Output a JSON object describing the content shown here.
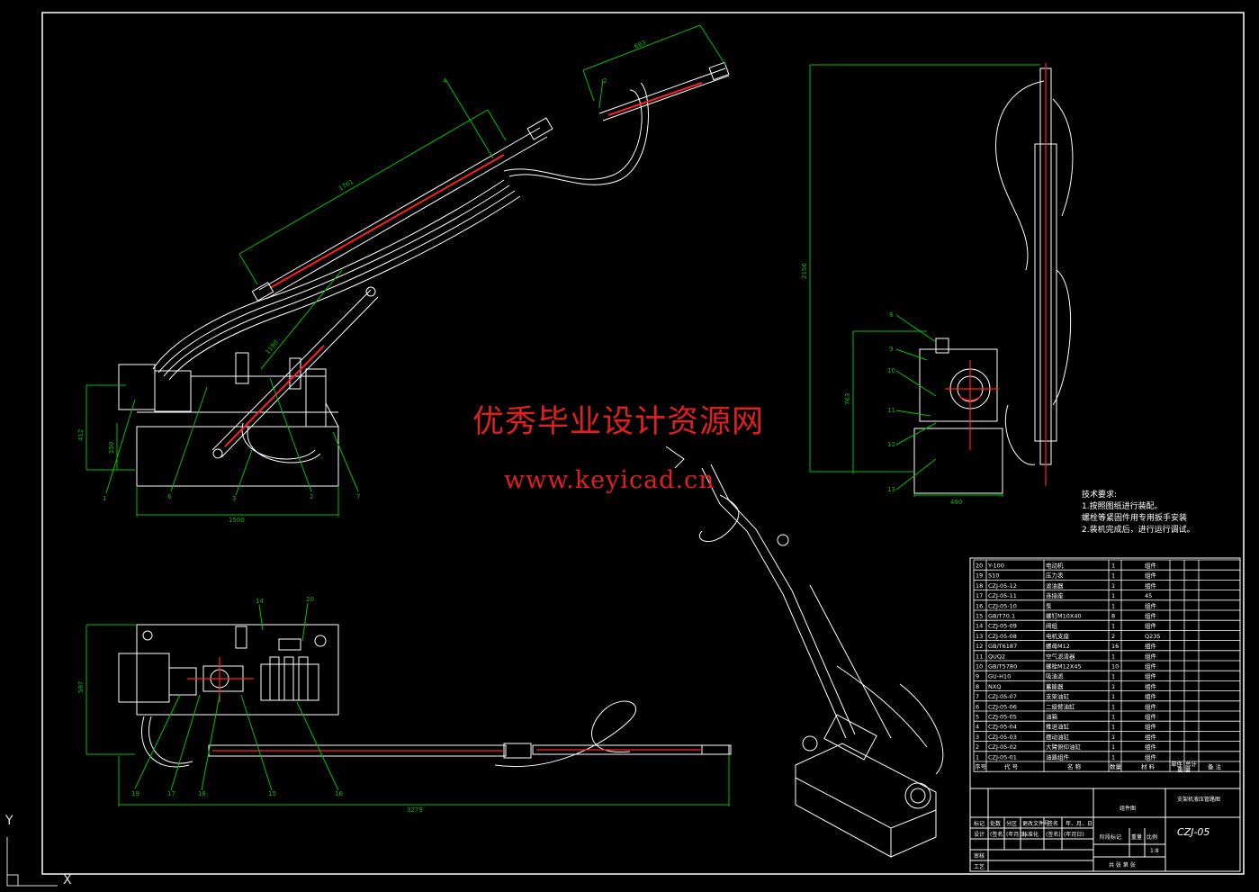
{
  "watermark": {
    "site_name": "优秀毕业设计资源网",
    "url": "www.keyicad.cn"
  },
  "technical_requirements": {
    "heading": "技术要求:",
    "lines": [
      "1.按照图纸进行装配。",
      "螺栓等紧固件用专用扳手安装",
      "2.装机完成后，进行运行调试。"
    ]
  },
  "dimensions": {
    "front_view": [
      "1761",
      "1190",
      "683",
      "412",
      "250",
      "1500"
    ],
    "side_view": [
      "2156",
      "763",
      "490"
    ],
    "top_view": [
      "597",
      "3279"
    ]
  },
  "balloons": {
    "front_view": [
      "4",
      "2",
      "1",
      "6",
      "3",
      "2",
      "7"
    ],
    "side_view": [
      "8",
      "9",
      "10",
      "11",
      "12",
      "13"
    ],
    "top_view": [
      "14",
      "20",
      "19",
      "17",
      "18",
      "15",
      "16"
    ]
  },
  "parts_list": {
    "rows": [
      {
        "no": "20",
        "code": "Y-100",
        "name": "电动机",
        "qty": "1",
        "material": "组件"
      },
      {
        "no": "19",
        "code": "S10",
        "name": "压力表",
        "qty": "1",
        "material": "组件"
      },
      {
        "no": "18",
        "code": "CZJ-05-12",
        "name": "滤油器",
        "qty": "1",
        "material": "组件"
      },
      {
        "no": "17",
        "code": "CZJ-05-11",
        "name": "连接座",
        "qty": "1",
        "material": "45"
      },
      {
        "no": "16",
        "code": "CZJ-05-10",
        "name": "泵",
        "qty": "1",
        "material": "组件"
      },
      {
        "no": "15",
        "code": "GB/T70.1",
        "name": "螺钉M10X40",
        "qty": "8",
        "material": "组件"
      },
      {
        "no": "14",
        "code": "CZJ-05-09",
        "name": "阀组",
        "qty": "1",
        "material": "组件"
      },
      {
        "no": "13",
        "code": "CZJ-05-08",
        "name": "电机支座",
        "qty": "2",
        "material": "Q235"
      },
      {
        "no": "12",
        "code": "GB/T6187",
        "name": "螺母M12",
        "qty": "16",
        "material": "组件"
      },
      {
        "no": "11",
        "code": "QUQ2",
        "name": "空气滤清器",
        "qty": "1",
        "material": "组件"
      },
      {
        "no": "10",
        "code": "GB/T5780",
        "name": "螺栓M12X45",
        "qty": "10",
        "material": "组件"
      },
      {
        "no": "9",
        "code": "GU-H10",
        "name": "吸油滤",
        "qty": "1",
        "material": "组件"
      },
      {
        "no": "8",
        "code": "NXQ",
        "name": "蓄能器",
        "qty": "1",
        "material": "组件"
      },
      {
        "no": "7",
        "code": "CZJ-05-07",
        "name": "支架油缸",
        "qty": "1",
        "material": "组件"
      },
      {
        "no": "6",
        "code": "CZJ-05-06",
        "name": "二级臂油缸",
        "qty": "1",
        "material": "组件"
      },
      {
        "no": "5",
        "code": "CZJ-05-05",
        "name": "油箱",
        "qty": "1",
        "material": "组件"
      },
      {
        "no": "4",
        "code": "CZJ-05-04",
        "name": "推进油缸",
        "qty": "1",
        "material": "组件"
      },
      {
        "no": "3",
        "code": "CZJ-05-03",
        "name": "摆动油缸",
        "qty": "1",
        "material": "组件"
      },
      {
        "no": "2",
        "code": "CZJ-05-02",
        "name": "大臂俯仰油缸",
        "qty": "1",
        "material": "组件"
      },
      {
        "no": "1",
        "code": "CZJ-05-01",
        "name": "油路组件",
        "qty": "1",
        "material": "组件"
      }
    ],
    "header": {
      "no": "序号",
      "code": "代 号",
      "name": "名 称",
      "qty": "数量",
      "material": "材 料",
      "unit_weight": "单件",
      "total_weight": "总计",
      "weight_group": "重 量",
      "remark": "备 注"
    }
  },
  "title_block": {
    "drawing_title": "支架机液压管路图",
    "material_label": "组件图",
    "drawing_number": "CZJ-05",
    "scale": "1:8",
    "row_labels": [
      "标记",
      "处数",
      "分区",
      "更改文件号",
      "签名",
      "年、月、日"
    ],
    "design_labels": [
      "设计",
      "(签名)",
      "(年月日)",
      "标准化",
      "(签名)",
      "(年月日)"
    ],
    "side_labels": [
      "审核",
      "工艺"
    ],
    "stage_label": "阶段标记",
    "weight_label": "重量",
    "scale_label": "比例",
    "sheet_label": "共  张  第  张"
  },
  "ucs": {
    "y": "Y",
    "x": "X"
  },
  "colors": {
    "background": "#000000",
    "frame": "#ffffff",
    "dimension": "#00c000",
    "centerline": "#ff2020",
    "watermark": "#e02020"
  }
}
